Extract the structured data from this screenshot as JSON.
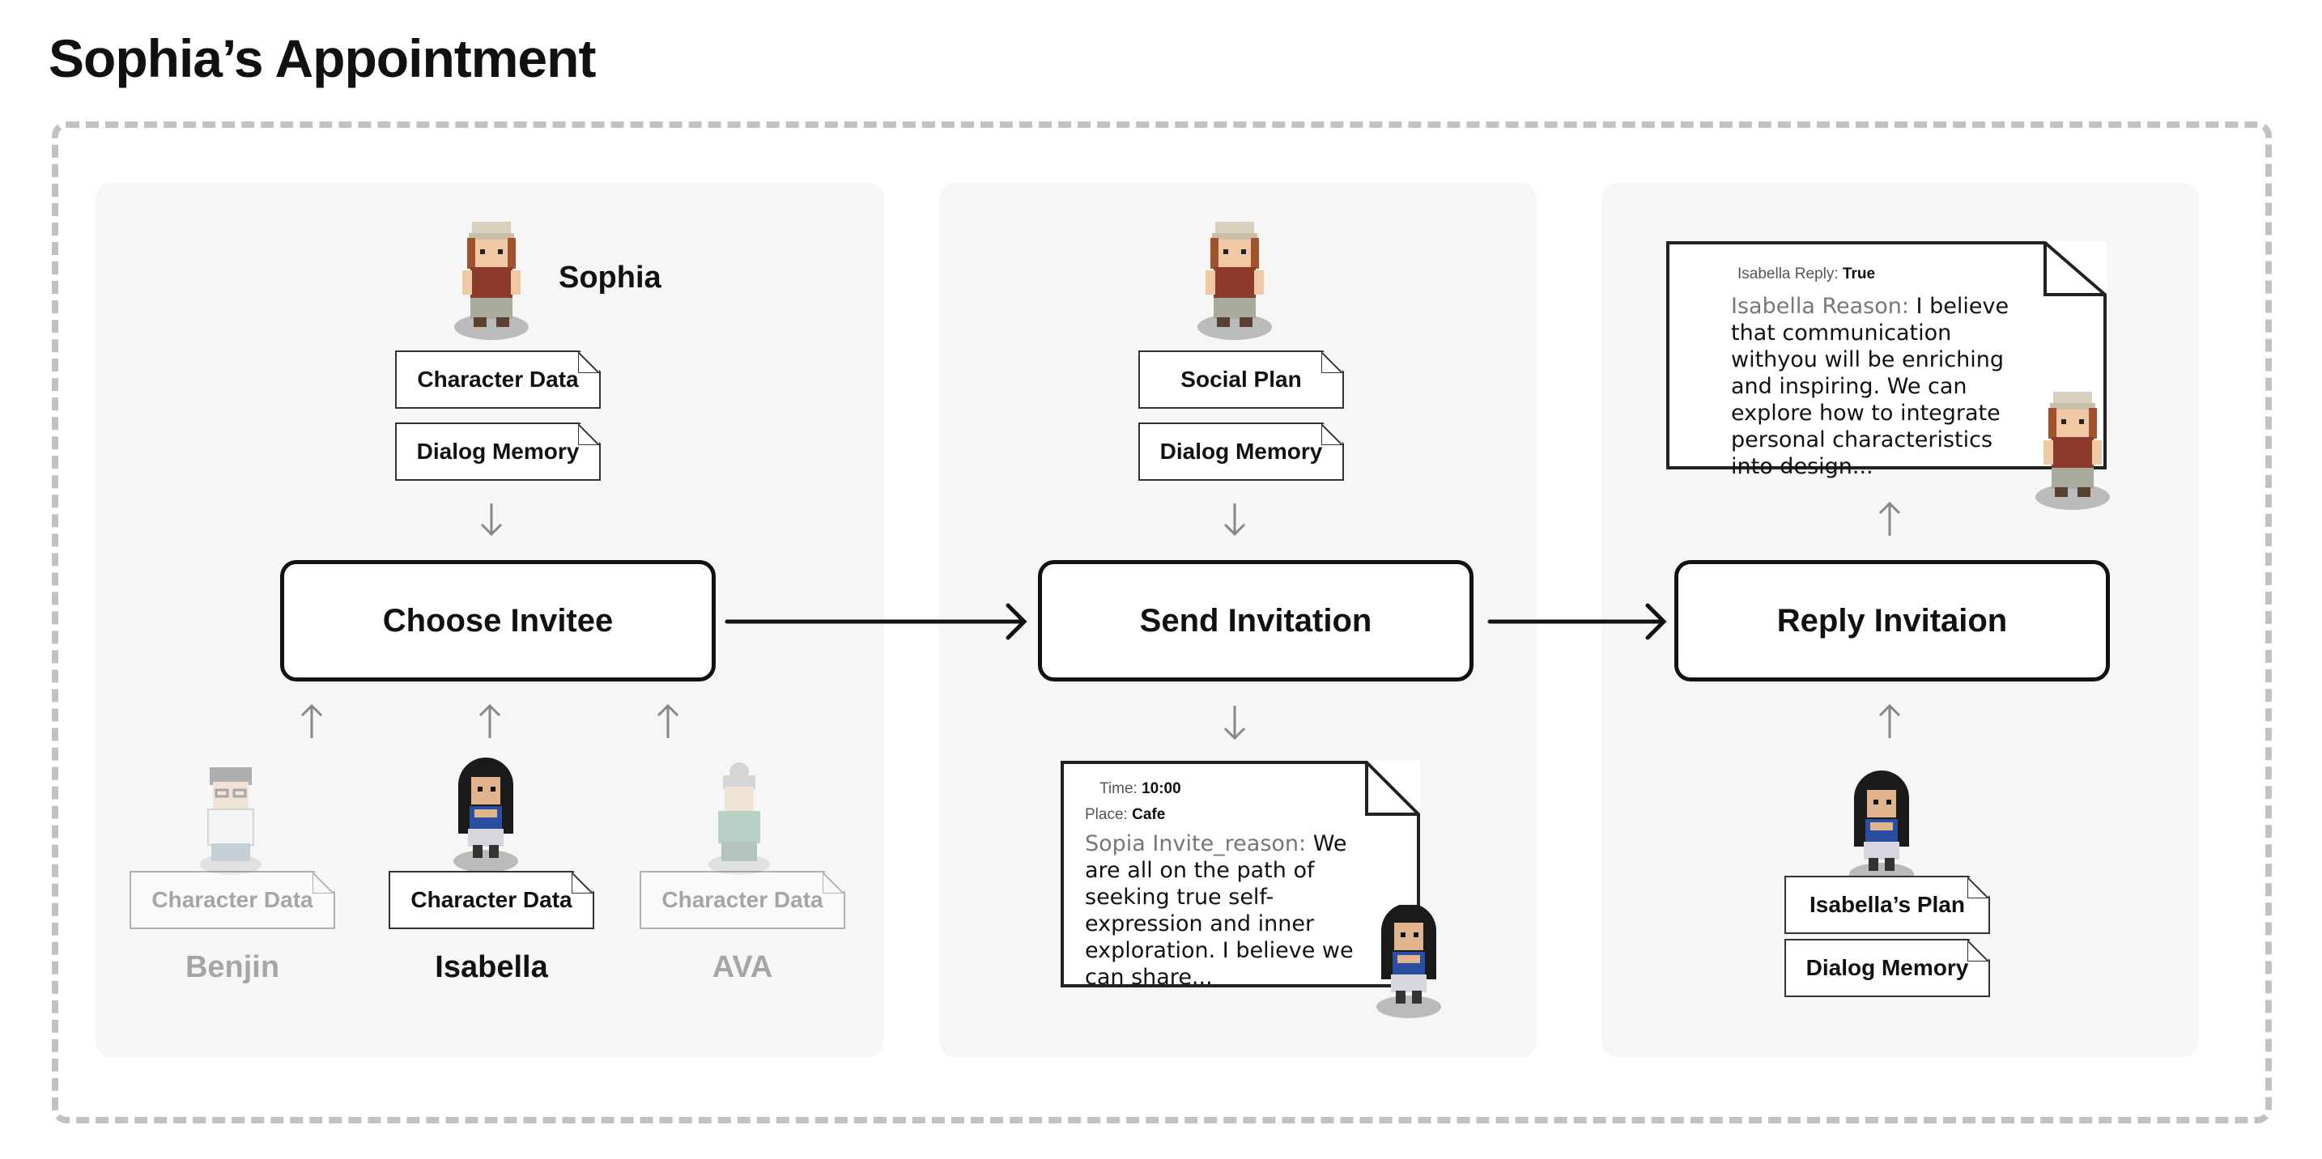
{
  "title": "Sophia’s Appointment",
  "stages": {
    "choose": {
      "label": "Choose Invitee",
      "character_name": "Sophia",
      "inputs": [
        "Character Data",
        "Dialog Memory"
      ],
      "candidates": [
        {
          "name": "Benjin",
          "doc": "Character Data",
          "active": false
        },
        {
          "name": "Isabella",
          "doc": "Character Data",
          "active": true
        },
        {
          "name": "AVA",
          "doc": "Character Data",
          "active": false
        }
      ]
    },
    "send": {
      "label": "Send Invitation",
      "inputs": [
        "Social Plan",
        "Dialog Memory"
      ],
      "output": {
        "time_label": "Time:",
        "time_value": "10:00",
        "place_label": "Place:",
        "place_value": "Cafe",
        "reason_label": "Sopia Invite_reason:",
        "reason_text": " We are all on the path of seeking true self-expression and inner exploration. I believe we can share..."
      }
    },
    "reply": {
      "label": "Reply Invitaion",
      "inputs": [
        "Isabella’s Plan",
        "Dialog Memory"
      ],
      "output": {
        "reply_label": "Isabella Reply:",
        "reply_value": "True",
        "reason_label": "Isabella  Reason:",
        "reason_text": " I believe that communication withyou  will be enriching and inspiring. We can explore how to integrate personal characteristics into design..."
      }
    }
  }
}
